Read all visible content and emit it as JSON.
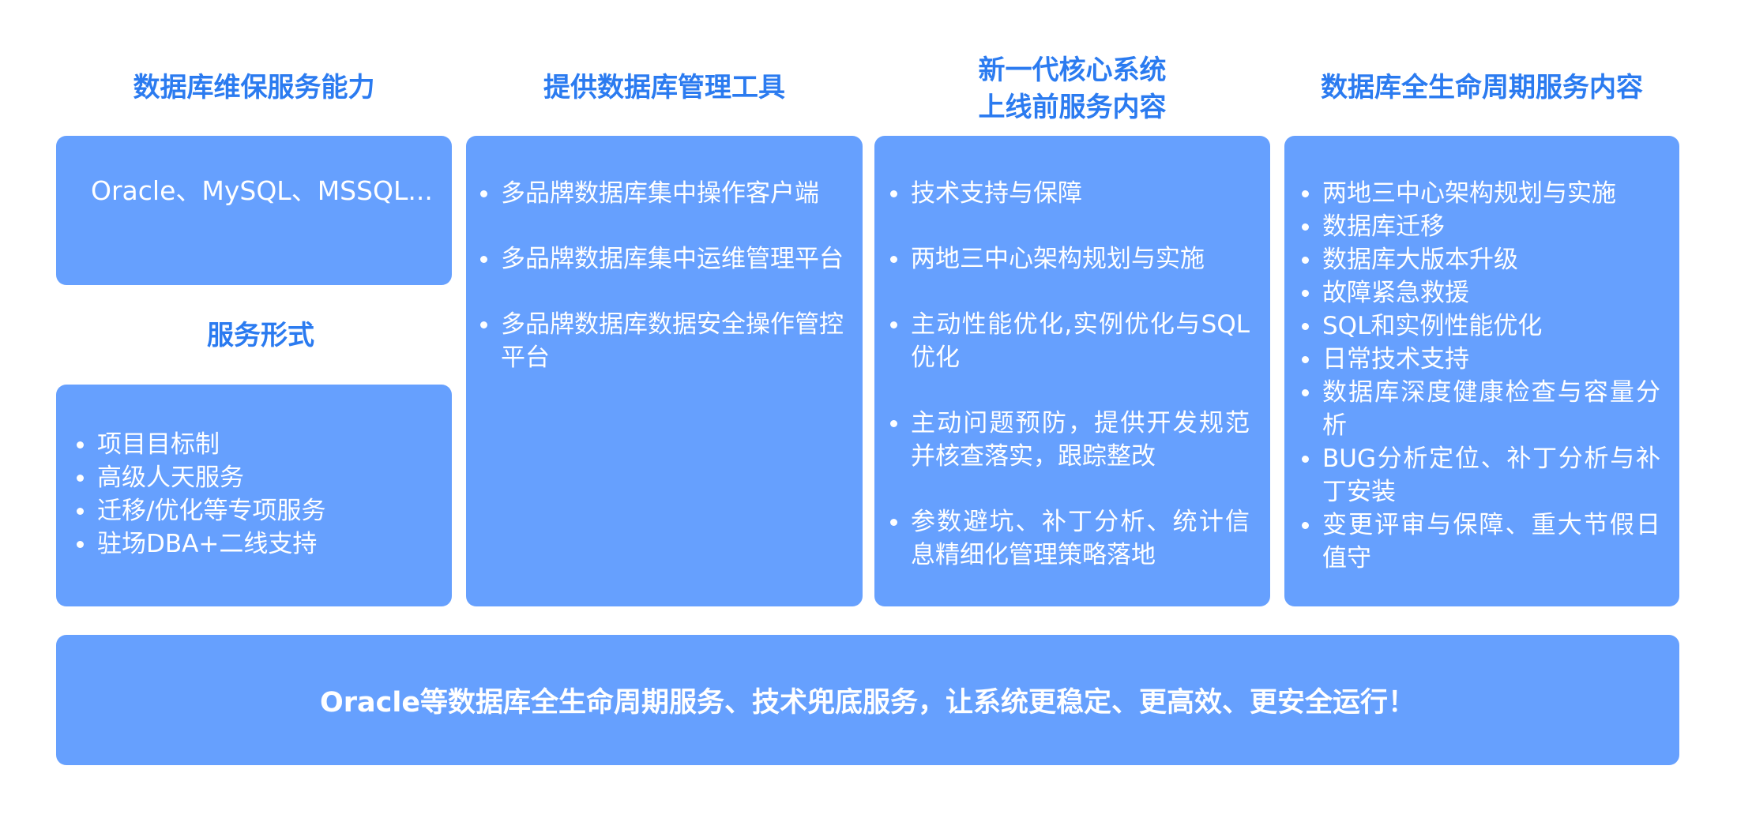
{
  "colors": {
    "title_blue": "#2B7BF0",
    "card_fill": "#66A0FE",
    "card_text": "#FFFFFF",
    "background": "#FFFFFF"
  },
  "columns": [
    {
      "title": "数据库维保服务能力",
      "card_text": "Oracle、MySQL、MSSQL..."
    },
    {
      "title": "提供数据库管理工具",
      "items": [
        "多品牌数据库集中操作客户端",
        "多品牌数据库集中运维管理平台",
        "多品牌数据库数据安全操作管控平台"
      ]
    },
    {
      "title_lines": [
        "新一代核心系统",
        "上线前服务内容"
      ],
      "items": [
        "技术支持与保障",
        "两地三中心架构规划与实施",
        "主动性能优化,实例优化与SQL优化",
        "主动问题预防，提供开发规范并核查落实，跟踪整改",
        "参数避坑、补丁分析、统计信息精细化管理策略落地"
      ]
    },
    {
      "title": "数据库全生命周期服务内容",
      "items": [
        "两地三中心架构规划与实施",
        "数据库迁移",
        "数据库大版本升级",
        "故障紧急救援",
        "SQL和实例性能优化",
        "日常技术支持",
        "数据库深度健康检查与容量分析",
        "BUG分析定位、补丁分析与补丁安装",
        "变更评审与保障、重大节假日值守"
      ]
    }
  ],
  "service_form": {
    "title": "服务形式",
    "items": [
      "项目目标制",
      "高级人天服务",
      "迁移/优化等专项服务",
      "驻场DBA+二线支持"
    ]
  },
  "banner": {
    "text": "Oracle等数据库全生命周期服务、技术兜底服务，让系统更稳定、更高效、更安全运行！"
  }
}
